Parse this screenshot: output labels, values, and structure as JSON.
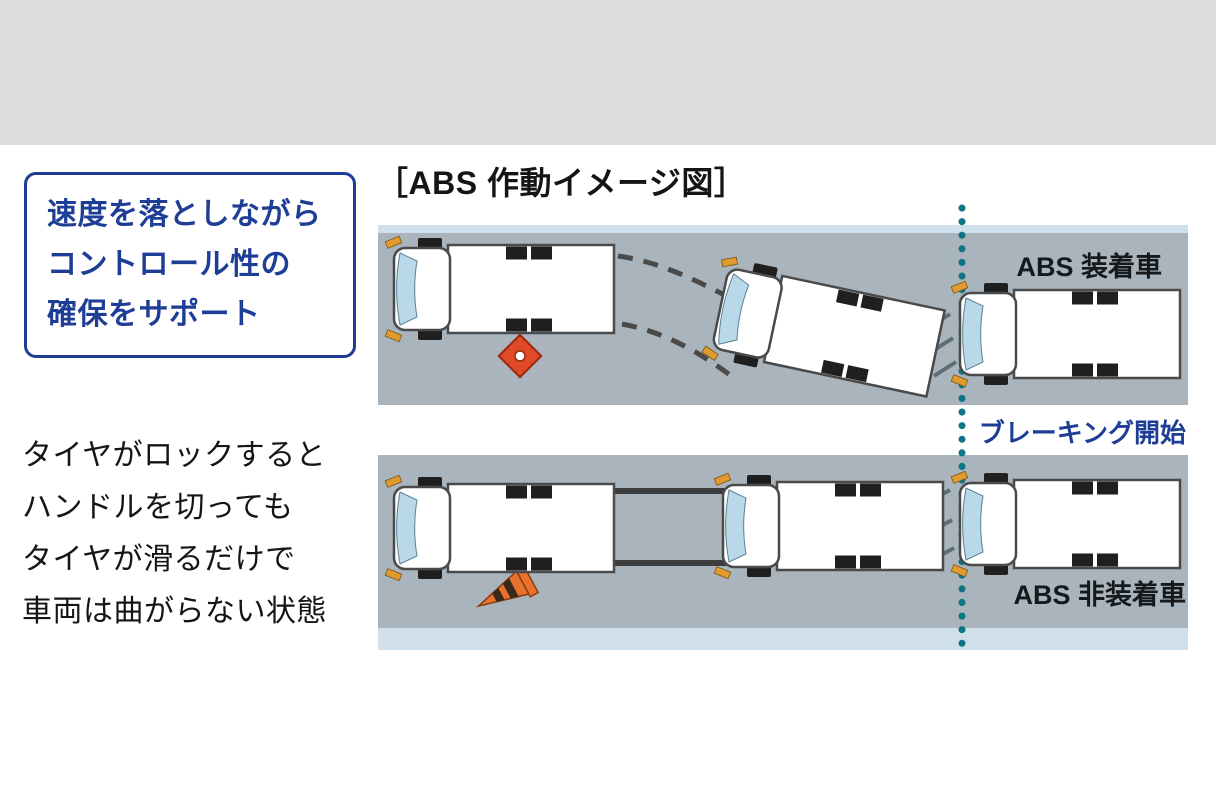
{
  "colors": {
    "band": "#dcdcdc",
    "accent": "#1e3d96",
    "teal": "#0e7486",
    "road": "#a9b4bc",
    "strip": "#cfe0ea",
    "obstacle": "#e04a28",
    "cone": "#e8722c"
  },
  "callout": {
    "lines": [
      "速度を落としながら",
      "コントロール性の",
      "確保をサポート"
    ]
  },
  "description": {
    "lines": [
      "タイヤがロックすると",
      "ハンドルを切っても",
      "タイヤが滑るだけで",
      "車両は曲がらない状態"
    ]
  },
  "diagram": {
    "title": "［ABS 作動イメージ図］",
    "labels": {
      "abs_equipped": "ABS 装着車",
      "braking_start": "ブレーキング開始",
      "abs_not_equipped": "ABS 非装着車"
    }
  }
}
